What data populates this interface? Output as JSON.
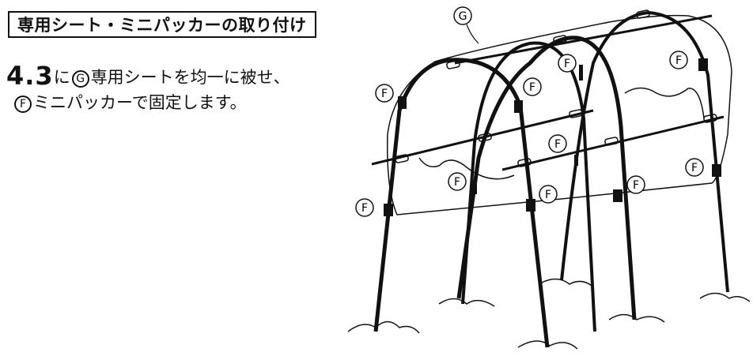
{
  "title": "専用シート・ミニパッカーの取り付け",
  "instruction": {
    "step_number": "4.3",
    "particle": "に",
    "part_g": "G",
    "line1_rest": "専用シートを均一に被せ、",
    "part_f": "F",
    "line2_rest": "ミニパッカーで固定します。"
  },
  "illustration": {
    "label_sheet": "G",
    "label_packer": "F"
  }
}
